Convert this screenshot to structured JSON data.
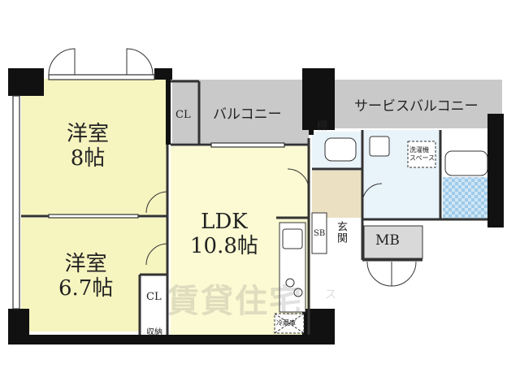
{
  "rooms": {
    "western_room_1": {
      "name": "洋室",
      "size": "8帖"
    },
    "western_room_2": {
      "name": "洋室",
      "size": "6.7帖"
    },
    "ldk": {
      "name": "LDK",
      "size": "10.8帖"
    },
    "cl_1": "CL",
    "cl_2": "CL",
    "storage": "収納",
    "balcony": "バルコニー",
    "service_balcony": "サービスバルコニー",
    "shelf": "棚",
    "washer_space": "洗濯機\nスペース",
    "shoe_box": "SB",
    "entrance": "玄関",
    "meter_box": "MB",
    "fridge": "冷蔵庫"
  },
  "watermark": {
    "main": "賃貸住宅",
    "sub": "ス"
  },
  "colors": {
    "western_room": "#f6f4bf",
    "ldk": "#fbfad3",
    "balcony": "#c9c9c9",
    "bath": "#cfe6f5",
    "entry": "#ece0c2",
    "mb": "#d9d9d9",
    "wall": "#111111"
  }
}
